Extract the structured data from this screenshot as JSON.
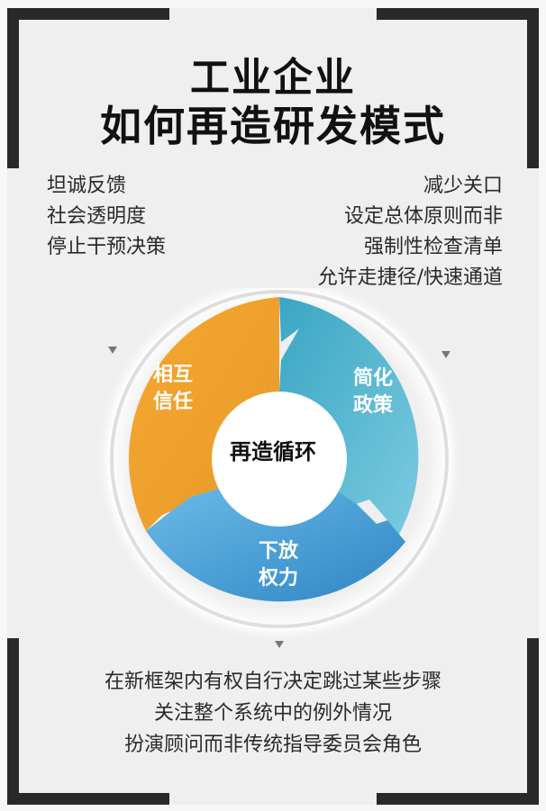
{
  "title": {
    "line1": "工业企业",
    "line2": "如何再造研发模式"
  },
  "left_list": [
    "坦诚反馈",
    "社会透明度",
    "停止干预决策"
  ],
  "right_list": [
    "减少关口",
    "设定总体原则而非",
    "强制性检查清单",
    "允许走捷径/快速通道"
  ],
  "cycle": {
    "center": "再造循环",
    "segments": [
      {
        "line1": "相互",
        "line2": "信任",
        "color": "#f0a030"
      },
      {
        "line1": "简化",
        "line2": "政策",
        "color": "#4fb3cf"
      },
      {
        "line1": "下放",
        "line2": "权力",
        "color": "#3d9ad6"
      }
    ]
  },
  "bottom_list": [
    "在新框架内有权自行决定跳过某些步骤",
    "关注整个系统中的例外情况",
    "扮演顾问而非传统指导委员会角色"
  ],
  "colors": {
    "frame": "#2a2828",
    "orange": "#f0a030",
    "teal": "#4fb3cf",
    "blue": "#3d9ad6",
    "background": "#efefef"
  }
}
